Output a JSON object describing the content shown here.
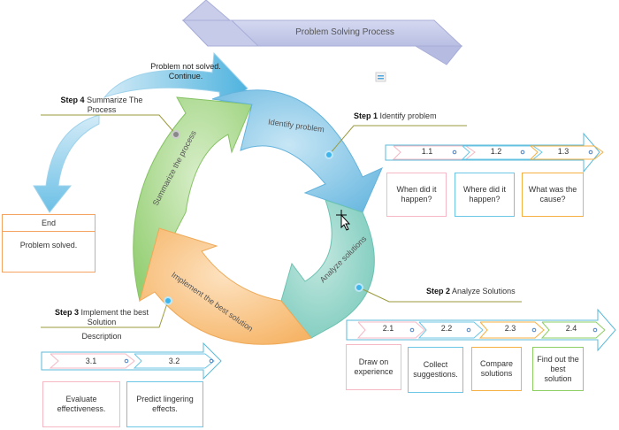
{
  "title": "Problem Solving Process",
  "loop_label": "Problem not solved. Continue.",
  "loop_label_line1": "Problem not solved.",
  "loop_label_line2": "Continue.",
  "cycle": [
    {
      "label": "Identify problem",
      "color": "#8fcbe8"
    },
    {
      "label": "Analyze solutions",
      "color": "#8ed3c6"
    },
    {
      "label": "Implement the best solution",
      "color": "#f9c287"
    },
    {
      "label": "Summarize the process",
      "color": "#a9d98d"
    }
  ],
  "steps": {
    "step1": {
      "prefix": "Step 1",
      "text": "Identify problem"
    },
    "step2": {
      "prefix": "Step 2",
      "text": "Analyze Solutions"
    },
    "step3": {
      "prefix": "Step 3",
      "text": "Implement the best",
      "text2": "Solution",
      "description": "Description"
    },
    "step4": {
      "prefix": "Step 4",
      "text": "Summarize The",
      "text2": "Process"
    }
  },
  "end": {
    "header": "End",
    "body": "Problem solved."
  },
  "substeps1": [
    {
      "num": "1.1",
      "text1": "When did it",
      "text2": "happen?",
      "color": "#f6b8c4"
    },
    {
      "num": "1.2",
      "text1": "Where did it",
      "text2": "happen?",
      "color": "#6cc6e6"
    },
    {
      "num": "1.3",
      "text1": "What was the",
      "text2": "cause?",
      "color": "#f6b042"
    }
  ],
  "substeps2": [
    {
      "num": "2.1",
      "text1": "Draw on",
      "text2": "experience",
      "text3": "",
      "color": "#f6b8c4"
    },
    {
      "num": "2.2",
      "text1": "Collect",
      "text2": "suggestions.",
      "text3": "",
      "color": "#6cc6e6"
    },
    {
      "num": "2.3",
      "text1": "Compare",
      "text2": "solutions",
      "text3": "",
      "color": "#f6b042"
    },
    {
      "num": "2.4",
      "text1": "Find out the",
      "text2": "best",
      "text3": "solution",
      "color": "#8dcf63"
    }
  ],
  "substeps3": [
    {
      "num": "3.1",
      "text1": "Evaluate",
      "text2": "effectiveness.",
      "color": "#f6b8c4"
    },
    {
      "num": "3.2",
      "text1": "Predict lingering",
      "text2": "effects.",
      "color": "#6cc6e6"
    }
  ]
}
